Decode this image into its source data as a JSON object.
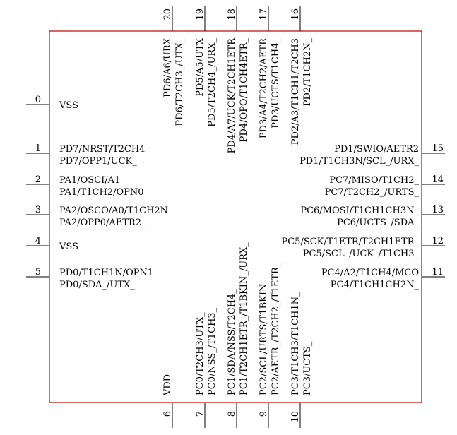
{
  "colors": {
    "body_border": "#c00000",
    "pin_line": "#000000",
    "text": "#000000"
  },
  "left_pins": [
    {
      "number": "0",
      "labels": [
        "VSS"
      ]
    },
    {
      "number": "1",
      "labels": [
        "PD7/NRST/T2CH4",
        "PD7/OPP1/UCK_"
      ]
    },
    {
      "number": "2",
      "labels": [
        "PA1/OSCI/A1",
        "PA1/T1CH2/OPN0"
      ]
    },
    {
      "number": "3",
      "labels": [
        "PA2/OSCO/A0/T1CH2N",
        "PA2/OPP0/AETR2_"
      ]
    },
    {
      "number": "4",
      "labels": [
        "VSS"
      ]
    },
    {
      "number": "5",
      "labels": [
        "PD0/T1CH1N/OPN1",
        "PD0/SDA_/UTX_"
      ]
    }
  ],
  "right_pins": [
    {
      "number": "15",
      "labels": [
        "PD1/SWIO/AETR2",
        "PD1/T1CH3N/SCL_/URX_"
      ]
    },
    {
      "number": "14",
      "labels": [
        "PC7/MISO/T1CH2_",
        "PC7/T2CH2_/URTS_"
      ]
    },
    {
      "number": "13",
      "labels": [
        "PC6/MOSI/T1CH1CH3N_",
        "PC6/UCTS_/SDA_"
      ]
    },
    {
      "number": "12",
      "labels": [
        "PC5/SCK/T1ETR/T2CH1ETR_",
        "PC5/SCL_/UCK_/T1CH3_"
      ]
    },
    {
      "number": "11",
      "labels": [
        "PC4/A2/T1CH4/MCO",
        "PC4/T1CH1CH2N_"
      ]
    }
  ],
  "top_pins": [
    {
      "number": "20",
      "labels": [
        "PD6/A6/URX",
        "PD6/T2CH3_/UTX_"
      ]
    },
    {
      "number": "19",
      "labels": [
        "PD5/A5/UTX",
        "PD5/T2CH4_/URX_"
      ]
    },
    {
      "number": "18",
      "labels": [
        "PD4/A7/UCK/T2CH1ETR",
        "PD4/OPO/T1CH4ETR_"
      ]
    },
    {
      "number": "17",
      "labels": [
        "PD3/A4/T2CH2/AETR",
        "PD3/UCTS/T1CH4_"
      ]
    },
    {
      "number": "16",
      "labels": [
        "PD2/A3/T1CH1/T2CH3",
        "PD2/T1CH2N_"
      ]
    }
  ],
  "bottom_pins": [
    {
      "number": "6",
      "labels": [
        "VDD"
      ]
    },
    {
      "number": "7",
      "labels": [
        "PC0/T2CH3/UTX_",
        "PC0/NSS_/T1CH3_"
      ]
    },
    {
      "number": "8",
      "labels": [
        "PC1/SDA/NSS/T2CH4_",
        "PC1/T2CH1ETR_/T1BKIN_/URX_"
      ]
    },
    {
      "number": "9",
      "labels": [
        "PC2/SCL/URTS/T1BKIN",
        "PC2/AETR_/T2CH2_/T1ETR_"
      ]
    },
    {
      "number": "10",
      "labels": [
        "PC3/T1CH3/T1CH1N_",
        "PC3/UCTS_"
      ]
    }
  ]
}
